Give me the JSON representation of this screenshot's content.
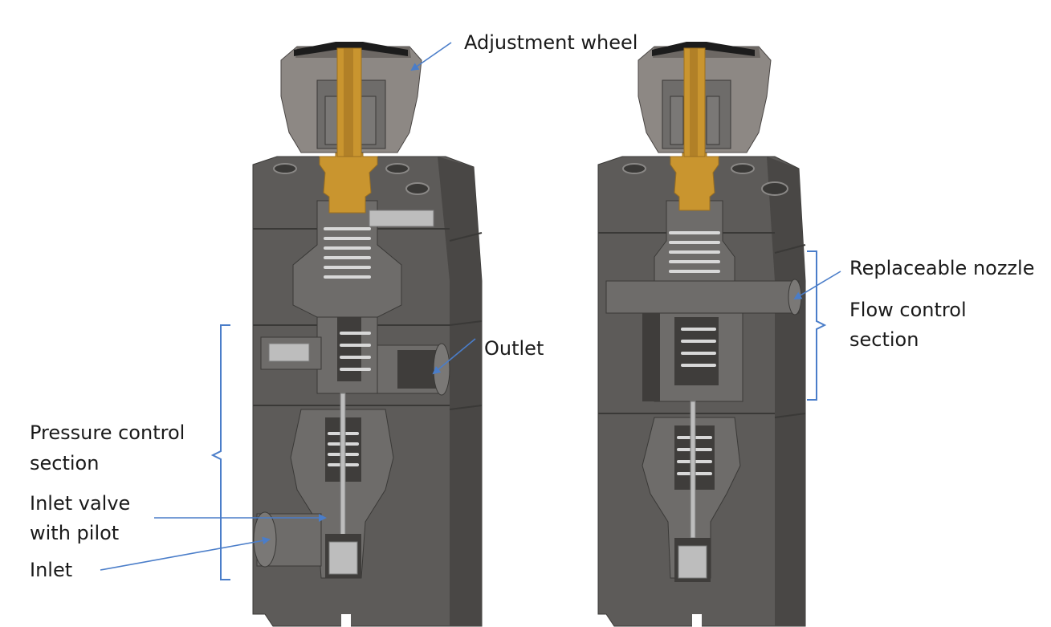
{
  "labels": {
    "adjustment_wheel": "Adjustment wheel",
    "outlet": "Outlet",
    "pressure_control_line1": "Pressure control",
    "pressure_control_line2": "section",
    "inlet_valve_line1": "Inlet valve",
    "inlet_valve_line2": "with pilot",
    "inlet": "Inlet",
    "replaceable_nozzle": "Replaceable nozzle",
    "flow_control_line1": "Flow control",
    "flow_control_line2": "section"
  },
  "colors": {
    "body": "#5d5b59",
    "body_dark": "#494745",
    "body_light": "#7a7876",
    "cap": "#8d8884",
    "brass": "#c9952f",
    "brass_dark": "#9c7020",
    "arrow": "#4a7dc9",
    "bracket": "#4a7dc9",
    "steel": "#bdbdbd"
  }
}
